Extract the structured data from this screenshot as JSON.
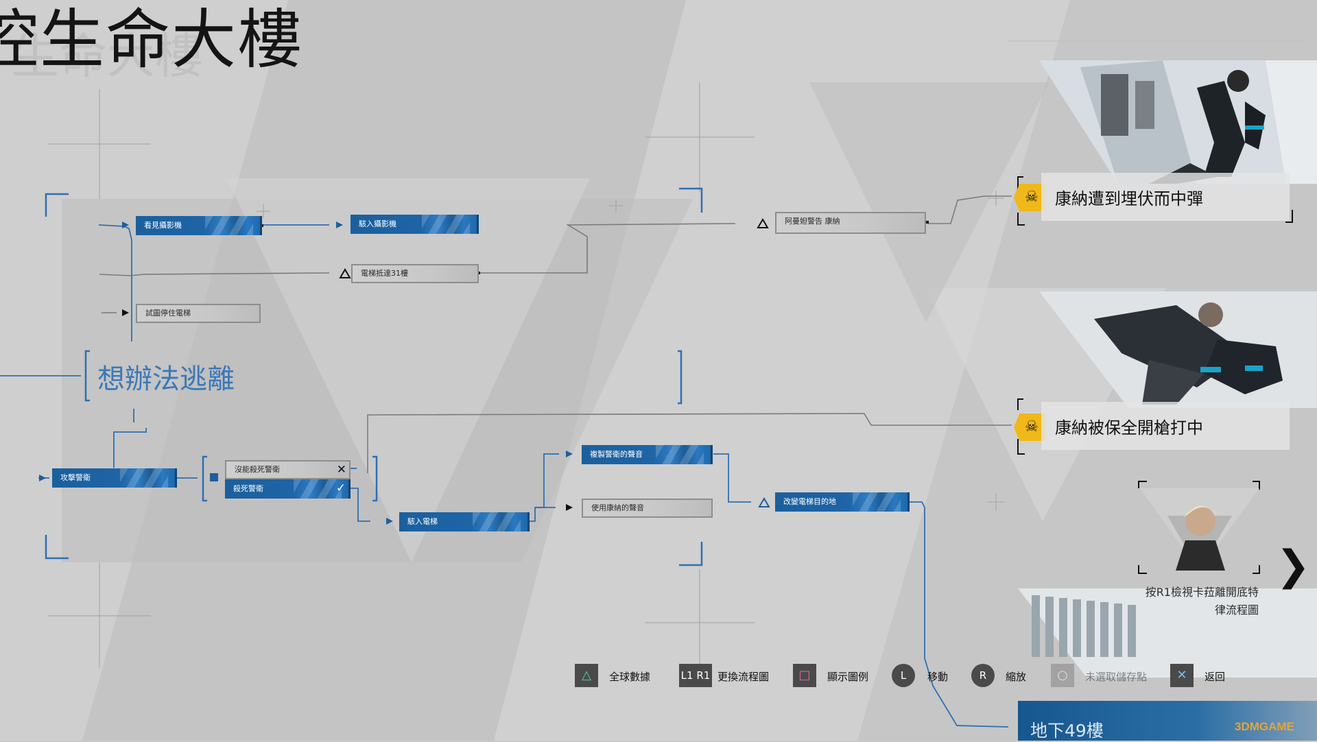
{
  "chapter": {
    "title": "生命大樓",
    "title_lead": "控"
  },
  "section": {
    "label": "想辦法逃離"
  },
  "nodes": [
    {
      "id": "see-camera",
      "label": "看見攝影機",
      "style": "blue"
    },
    {
      "id": "hack-camera",
      "label": "駭入攝影機",
      "style": "blue"
    },
    {
      "id": "elevator-31",
      "label": "電梯抵達31樓",
      "style": "gray"
    },
    {
      "id": "try-stop-elevator",
      "label": "試圖停住電梯",
      "style": "gray"
    },
    {
      "id": "amanda-warn",
      "label": "阿曼妲警告 康納",
      "style": "gray"
    },
    {
      "id": "attack-guard",
      "label": "攻擊警衛",
      "style": "blue"
    },
    {
      "id": "not-kill-guard",
      "label": "沒能殺死警衛",
      "style": "gray",
      "mark": "✕"
    },
    {
      "id": "kill-guard",
      "label": "殺死警衛",
      "style": "blue",
      "mark": "✓"
    },
    {
      "id": "hack-elevator",
      "label": "駭入電梯",
      "style": "blue"
    },
    {
      "id": "copy-guard-voice",
      "label": "複製警衛的聲音",
      "style": "blue"
    },
    {
      "id": "use-connor-voice",
      "label": "使用康納的聲音",
      "style": "gray"
    },
    {
      "id": "change-destination",
      "label": "改變電梯目的地",
      "style": "blue"
    }
  ],
  "endings": [
    {
      "id": "ambush",
      "label": "康納遭到埋伏而中彈",
      "icon": "skull-icon"
    },
    {
      "id": "shot-by-guard",
      "label": "康納被保全開槍打中",
      "icon": "skull-icon"
    }
  ],
  "caption": {
    "line1": "按R1檢視卡菈離開底特",
    "line2": "律流程圖"
  },
  "controls": [
    {
      "id": "global-stats",
      "button": "△",
      "label": "全球數據"
    },
    {
      "id": "switch-flowchart",
      "button": "L1 R1",
      "label": "更換流程圖"
    },
    {
      "id": "show-legend",
      "button": "□",
      "label": "顯示圖例"
    },
    {
      "id": "move",
      "button": "L",
      "label": "移動"
    },
    {
      "id": "zoom",
      "button": "R",
      "label": "縮放"
    },
    {
      "id": "select-checkpoint",
      "button": "○",
      "label": "未選取儲存點"
    },
    {
      "id": "back",
      "button": "✕",
      "label": "返回"
    }
  ],
  "floor": {
    "label": "地下49樓"
  },
  "watermark": {
    "text": "3DMGAME"
  },
  "colors": {
    "node_blue": "#1e64a6",
    "ending_yellow": "#f0b819",
    "line_blue": "#2f6fb0",
    "background": "#c9c9c9"
  }
}
